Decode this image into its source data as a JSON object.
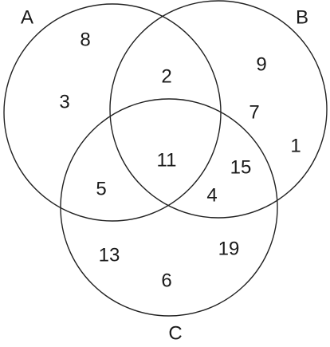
{
  "venn": {
    "sets": [
      {
        "id": "A",
        "label": "A"
      },
      {
        "id": "B",
        "label": "B"
      },
      {
        "id": "C",
        "label": "C"
      }
    ],
    "regions": {
      "a_only": [
        "8",
        "3"
      ],
      "b_only": [
        "9",
        "7",
        "1"
      ],
      "c_only": [
        "13",
        "6",
        "19"
      ],
      "ab_only": [
        "2"
      ],
      "ac_only": [
        "5"
      ],
      "bc_only": [
        "15",
        "4"
      ],
      "abc": [
        "11"
      ]
    }
  }
}
